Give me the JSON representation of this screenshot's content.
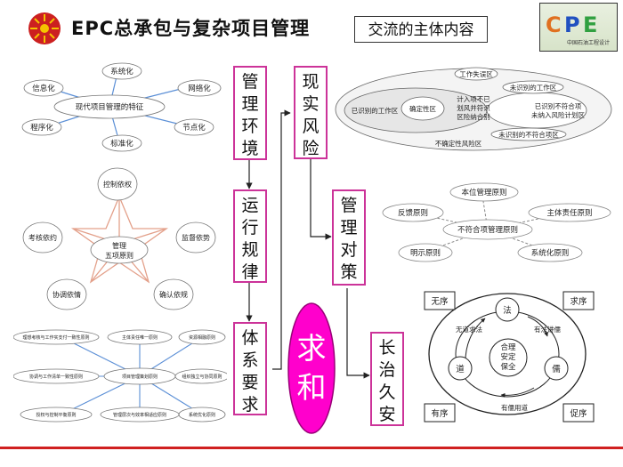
{
  "header": {
    "title": "EPC总承包与复杂项目管理",
    "topic": "交流的主体内容",
    "logo_text": "中国石油工程设计",
    "colors": {
      "accent_red": "#cc2020",
      "flow_border": "#cc3399",
      "center_fill": "#ff00cc"
    }
  },
  "flow": {
    "mgmt_env": "管理环境",
    "operation_law": "运行规律",
    "system_req": "体系要求",
    "reality_risk": "现实风险",
    "mgmt_measures": "管理对策",
    "long_term": "长治久安",
    "center": "求和"
  },
  "features": {
    "center": "现代项目管理的特征",
    "items": [
      "系统化",
      "信息化",
      "网络化",
      "程序化",
      "节点化",
      "标准化"
    ]
  },
  "risk": {
    "outer": "不确定性风险区",
    "identified": "已识别的工作区",
    "certain": "确定性区",
    "plan": [
      "计入项不已",
      "划风并符识",
      "区险纳合别"
    ],
    "work_error": "工作失误区",
    "unidentified_work": "未识别的工作区",
    "identified_nc": [
      "已识别不符合项",
      "未纳入风险计划区"
    ],
    "unidentified_nc": "未识别的不符合项区"
  },
  "principles": {
    "center": [
      "管理",
      "五项原则"
    ],
    "items": [
      "控制依权",
      "监督依势",
      "确认依规",
      "协调依情",
      "考核依约"
    ]
  },
  "measures": {
    "center": "不符合项管理原则",
    "items": [
      "本位管理原则",
      "反馈原则",
      "主体责任原则",
      "明示原则",
      "系统化原则"
    ]
  },
  "system": {
    "center": "项目管理策划原则",
    "left": [
      "理想考核与工作实支付一致性原则",
      "协调与工作清单一致性原则",
      "授权与控制平衡原则"
    ],
    "middle": [
      "主体责任唯一原则",
      "管理层次与效率相适应原则"
    ],
    "right": [
      "资源相融原则",
      "组织独立与协同原则",
      "系统优化原则"
    ]
  },
  "cycle": {
    "corners": [
      "无序",
      "求序",
      "有序",
      "促序"
    ],
    "inner": [
      "法",
      "儒",
      "道"
    ],
    "center": [
      "合理",
      "安定",
      "保全"
    ],
    "labels": [
      "无道求法",
      "有法讲儒",
      "有儒用道"
    ]
  }
}
